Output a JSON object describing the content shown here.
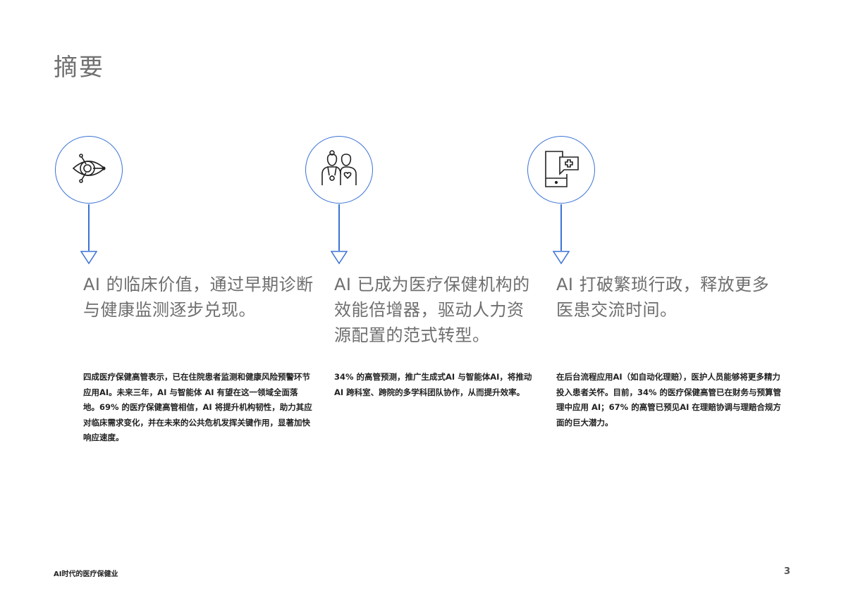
{
  "page": {
    "title": "摘要",
    "accent_color": "#3b73d6",
    "footer": {
      "doc_title": "AI时代的医疗保健业",
      "page_number": "3"
    }
  },
  "columns": [
    {
      "icon": "eye-network-icon",
      "headline": "AI 的临床价值，通过早期诊断与健康监测逐步兑现。",
      "body": "四成医疗保健高管表示，已在住院患者监测和健康风险预警环节应用AI。未来三年，AI 与智能体 AI 有望在这一领域全面落地。69% 的医疗保健高管相信，AI 将提升机构韧性，助力其应对临床需求变化，并在未来的公共危机发挥关键作用，显著加快响应速度。"
    },
    {
      "icon": "doctor-patient-icon",
      "headline": "AI 已成为医疗保健机构的效能倍增器，驱动人力资源配置的范式转型。",
      "body": "34% 的高管预测，推广生成式AI 与智能体AI，将推动AI 跨科室、跨院的多学科团队协作，从而提升效率。"
    },
    {
      "icon": "mobile-medical-chat-icon",
      "headline": "AI 打破繁琐行政，释放更多医患交流时间。",
      "body": "在后台流程应用AI（如自动化理赔），医护人员能够将更多精力投入患者关怀。目前，34% 的医疗保健高管已在财务与预算管理中应用 AI；67% 的高管已预见AI 在理赔协调与理赔合规方面的巨大潜力。"
    }
  ]
}
